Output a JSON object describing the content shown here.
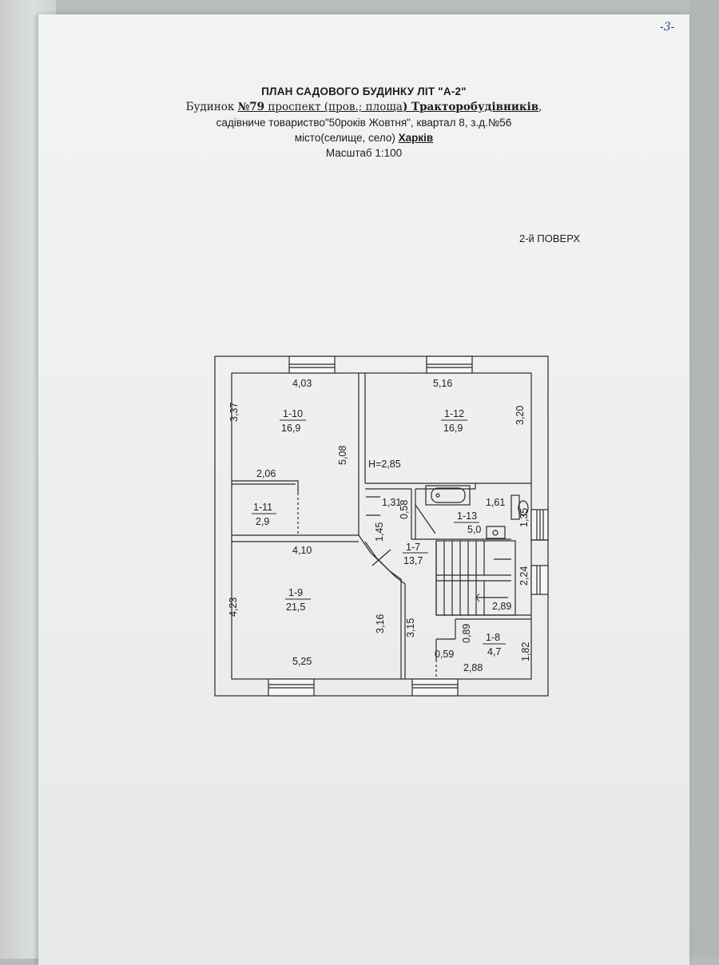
{
  "page_number": "-3-",
  "header": {
    "title": "ПЛАН САДОВОГО  БУДИНКУ ЛІТ \"А-2\"",
    "line1_prefix": "Будинок ",
    "line1_house_no": "№79",
    "line1_middle": " проспект (пров.; площа",
    "line1_street": ") Тракторобудівників",
    "line1_suffix": ",",
    "line2": "садівниче товариство\"50років Жовтня\", квартал 8, з.д.№56",
    "line3_prefix": "місто(селище, село) ",
    "line3_city": "Харків",
    "scale": "Масштаб 1:100"
  },
  "floor_label": "2-й ПОВЕРХ",
  "plan": {
    "height_label": "H=2,85",
    "rooms": [
      {
        "id": "1-10",
        "area": "16,9"
      },
      {
        "id": "1-12",
        "area": "16,9"
      },
      {
        "id": "1-11",
        "area": "2,9"
      },
      {
        "id": "1-13",
        "area": "5,0"
      },
      {
        "id": "1-7",
        "area": "13,7"
      },
      {
        "id": "1-9",
        "area": "21,5"
      },
      {
        "id": "1-8",
        "area": "4,7"
      }
    ],
    "dims": {
      "d403": "4,03",
      "d516": "5,16",
      "d337": "3,37",
      "d320": "3,20",
      "d508": "5,08",
      "d206": "2,06",
      "d131": "1,31",
      "d058": "0,58",
      "d145": "1,45",
      "d161": "1,61",
      "d135": "1,35",
      "d410": "4,10",
      "d224": "2,24",
      "d423": "4,23",
      "d316": "3,16",
      "d315": "3,15",
      "d289": "2,89",
      "d089": "0,89",
      "d182": "1,82",
      "d059": "0,59",
      "d525": "5,25",
      "d288": "2,88"
    }
  }
}
